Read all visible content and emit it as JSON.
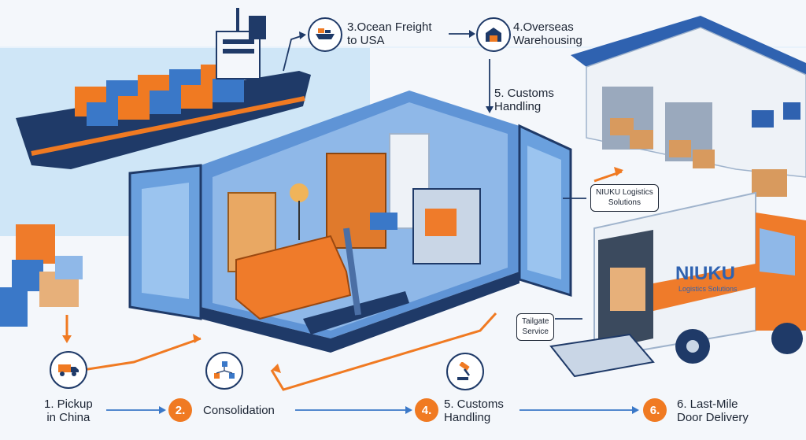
{
  "steps_top": [
    {
      "label": "3.Ocean Freight\nto USA",
      "icon": "ship-icon"
    },
    {
      "label": "4.Overseas\nWarehousing",
      "icon": "warehouse-icon"
    },
    {
      "label": "5. Customs\nHandling",
      "icon": ""
    }
  ],
  "steps_bottom": [
    {
      "number": "",
      "label": "1. Pickup\nin China",
      "icon": "truck-icon"
    },
    {
      "number": "2.",
      "label": "Consolidation",
      "icon": "boxes-network-icon"
    },
    {
      "number": "4.",
      "label": "5. Customs\nHandling",
      "icon": "gavel-icon"
    },
    {
      "number": "6.",
      "label": "6. Last-Mile\nDoor Delivery",
      "icon": ""
    }
  ],
  "tags": {
    "niuku": "NIUKU Logistics\nSolutions",
    "tailgate": "Tailgate\nService"
  },
  "truck_brand": {
    "name": "NIUKU",
    "sub": "Logistics Solutions"
  },
  "colors": {
    "orange": "#f07a22",
    "navy": "#1f3a68",
    "blue": "#3a78c8",
    "sky": "#cfe6f7"
  }
}
